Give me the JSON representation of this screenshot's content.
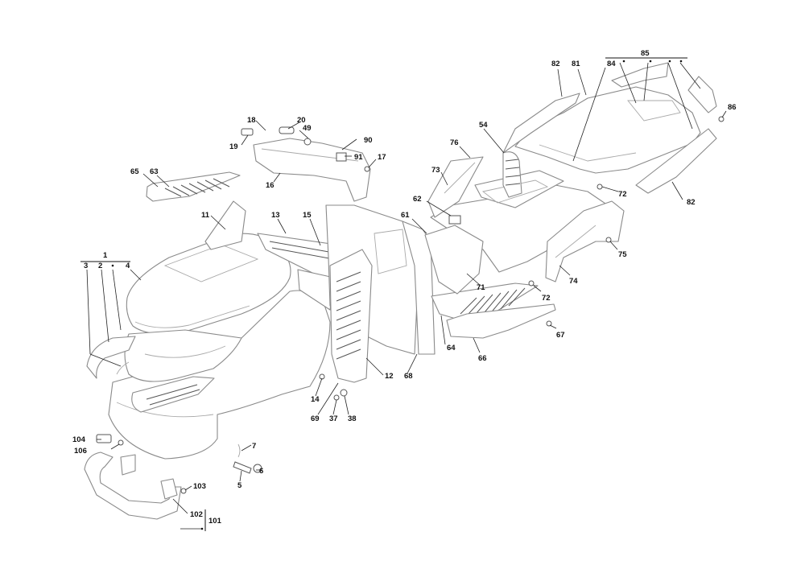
{
  "diagram": {
    "callouts": [
      {
        "id": "c1",
        "text": "1"
      },
      {
        "id": "c2",
        "text": "2"
      },
      {
        "id": "c3",
        "text": "3"
      },
      {
        "id": "c4",
        "text": "4"
      },
      {
        "id": "c5",
        "text": "5"
      },
      {
        "id": "c6",
        "text": "6"
      },
      {
        "id": "c7",
        "text": "7"
      },
      {
        "id": "c11",
        "text": "11"
      },
      {
        "id": "c12",
        "text": "12"
      },
      {
        "id": "c13",
        "text": "13"
      },
      {
        "id": "c14",
        "text": "14"
      },
      {
        "id": "c15",
        "text": "15"
      },
      {
        "id": "c16",
        "text": "16"
      },
      {
        "id": "c17",
        "text": "17"
      },
      {
        "id": "c18",
        "text": "18"
      },
      {
        "id": "c19",
        "text": "19"
      },
      {
        "id": "c20",
        "text": "20"
      },
      {
        "id": "c37",
        "text": "37"
      },
      {
        "id": "c38",
        "text": "38"
      },
      {
        "id": "c49",
        "text": "49"
      },
      {
        "id": "c54",
        "text": "54"
      },
      {
        "id": "c61",
        "text": "61"
      },
      {
        "id": "c62",
        "text": "62"
      },
      {
        "id": "c63",
        "text": "63"
      },
      {
        "id": "c64",
        "text": "64"
      },
      {
        "id": "c65",
        "text": "65"
      },
      {
        "id": "c66",
        "text": "66"
      },
      {
        "id": "c67",
        "text": "67"
      },
      {
        "id": "c68",
        "text": "68"
      },
      {
        "id": "c69",
        "text": "69"
      },
      {
        "id": "c71",
        "text": "71"
      },
      {
        "id": "c72a",
        "text": "72"
      },
      {
        "id": "c72b",
        "text": "72"
      },
      {
        "id": "c73",
        "text": "73"
      },
      {
        "id": "c74",
        "text": "74"
      },
      {
        "id": "c75",
        "text": "75"
      },
      {
        "id": "c76",
        "text": "76"
      },
      {
        "id": "c81",
        "text": "81"
      },
      {
        "id": "c82a",
        "text": "82"
      },
      {
        "id": "c82b",
        "text": "82"
      },
      {
        "id": "c84",
        "text": "84"
      },
      {
        "id": "c85",
        "text": "85"
      },
      {
        "id": "c86",
        "text": "86"
      },
      {
        "id": "c90",
        "text": "90"
      },
      {
        "id": "c91",
        "text": "91"
      },
      {
        "id": "c101",
        "text": "101"
      },
      {
        "id": "c102",
        "text": "102"
      },
      {
        "id": "c103",
        "text": "103"
      },
      {
        "id": "c104",
        "text": "104"
      },
      {
        "id": "c106",
        "text": "106"
      }
    ]
  }
}
